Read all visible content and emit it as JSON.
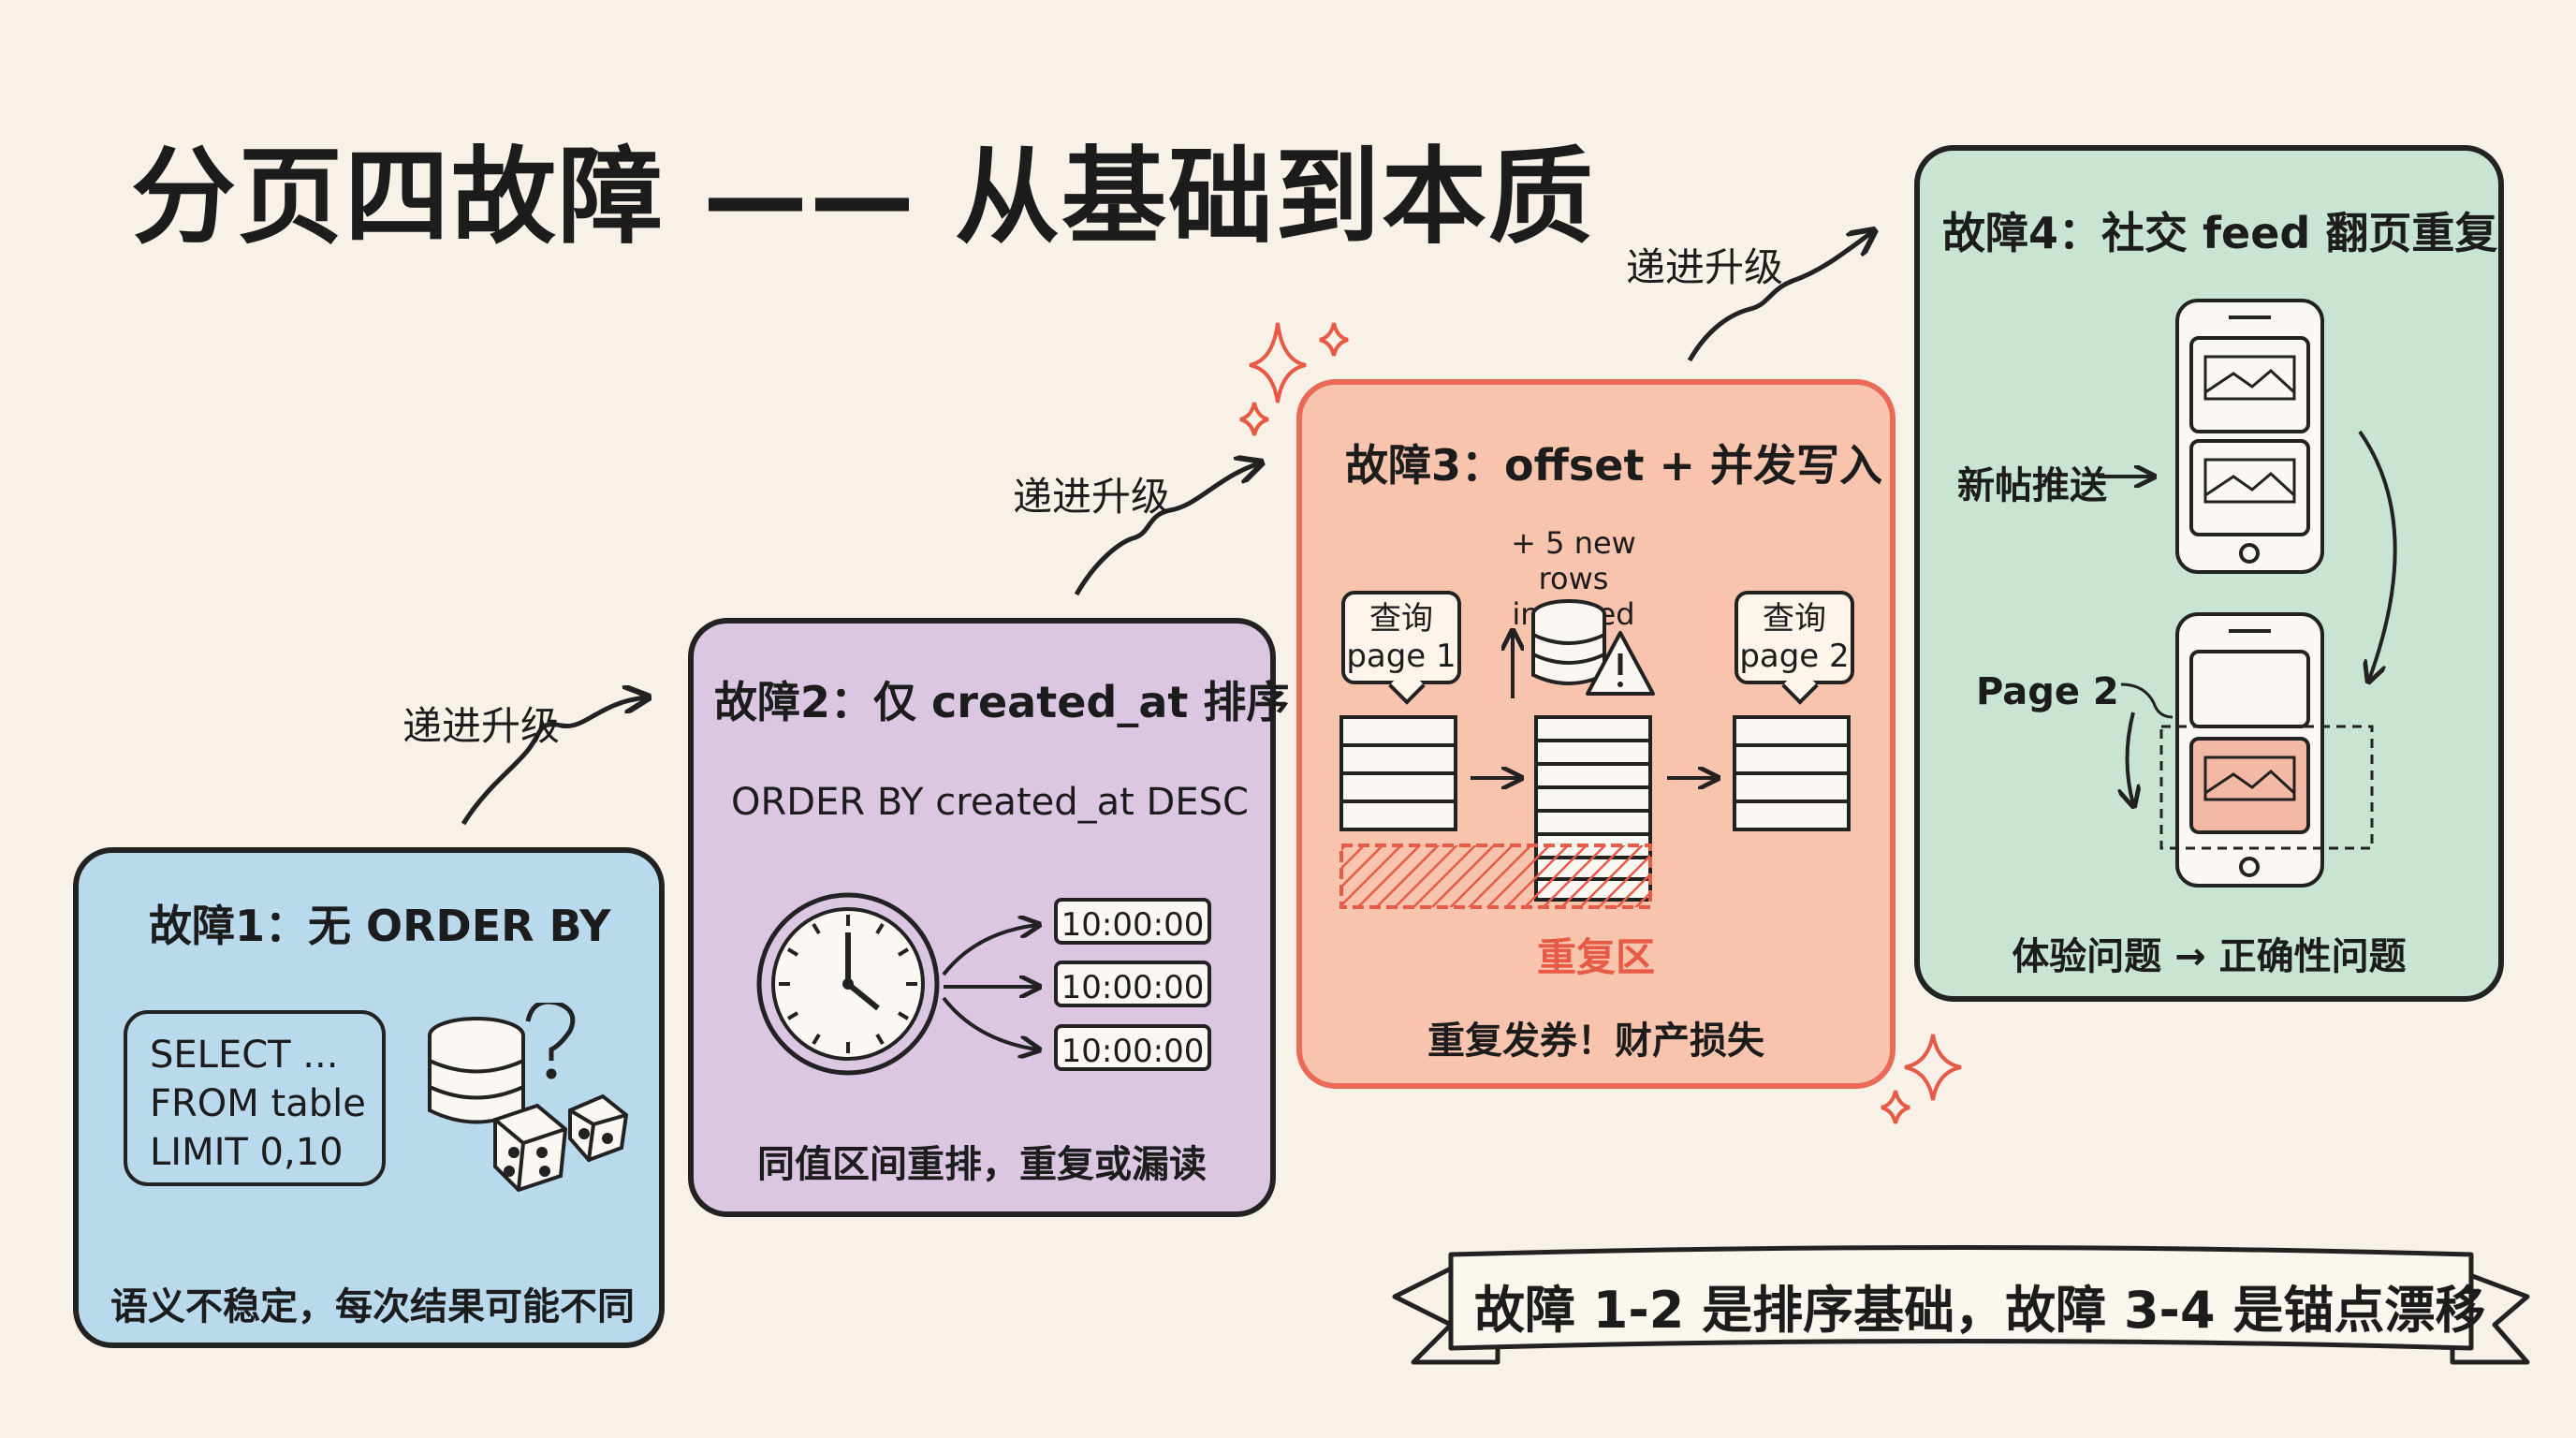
{
  "title": "分页四故障 —— 从基础到本质",
  "progression_label": "递进升级",
  "colors": {
    "card1": "#b9d9ec",
    "card2": "#dcc7e3",
    "card3": "#f9c4ae",
    "card3_border": "#ea6a55",
    "card4": "#c8e5d3",
    "accent_red": "#e75a45",
    "background": "#f8f1e7"
  },
  "card1": {
    "title": "故障1：无 ORDER BY",
    "sql": [
      "SELECT ...",
      "FROM table",
      "LIMIT 0,10"
    ],
    "caption": "语义不稳定，每次结果可能不同",
    "icons": [
      "database-icon",
      "question-mark-icon",
      "dice-icon"
    ]
  },
  "card2": {
    "title": "故障2：仅 created_at 排序",
    "subtitle": "ORDER BY created_at DESC",
    "times": [
      "10:00:00",
      "10:00:00",
      "10:00:00"
    ],
    "caption": "同值区间重排，重复或漏读",
    "icons": [
      "clock-icon"
    ]
  },
  "card3": {
    "title": "故障3：offset + 并发写入",
    "insert_note": "+ 5 new rows inserted",
    "page1_label": "查询 page 1",
    "page2_label": "查询 page 2",
    "dup_label": "重复区",
    "caption": "重复发券！财产损失",
    "icons": [
      "database-icon",
      "warning-icon"
    ]
  },
  "card4": {
    "title": "故障4：社交 feed 翻页重复",
    "new_post_label": "新帖推送",
    "page2_label": "Page 2",
    "caption": "体验问题 → 正确性问题",
    "icons": [
      "phone-icon",
      "image-icon"
    ]
  },
  "footer": "故障 1-2 是排序基础，故障 3-4 是锚点漂移"
}
